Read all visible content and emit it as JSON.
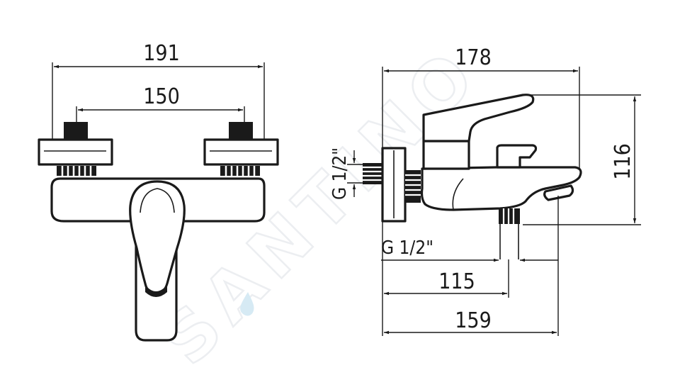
{
  "front_view": {
    "overall_width": "191",
    "inlet_spacing": "150"
  },
  "side_view": {
    "overall_depth": "178",
    "height": "116",
    "wall_thread": "G 1/2\"",
    "bottom_thread": "G 1/2\"",
    "outlet_offset": "115",
    "spout_reach": "159"
  },
  "watermark": {
    "text": "SANTINO"
  },
  "colors": {
    "line": "#1a1a1a",
    "watermark": "#e6e9ec",
    "drop": "#d6eaf4"
  }
}
